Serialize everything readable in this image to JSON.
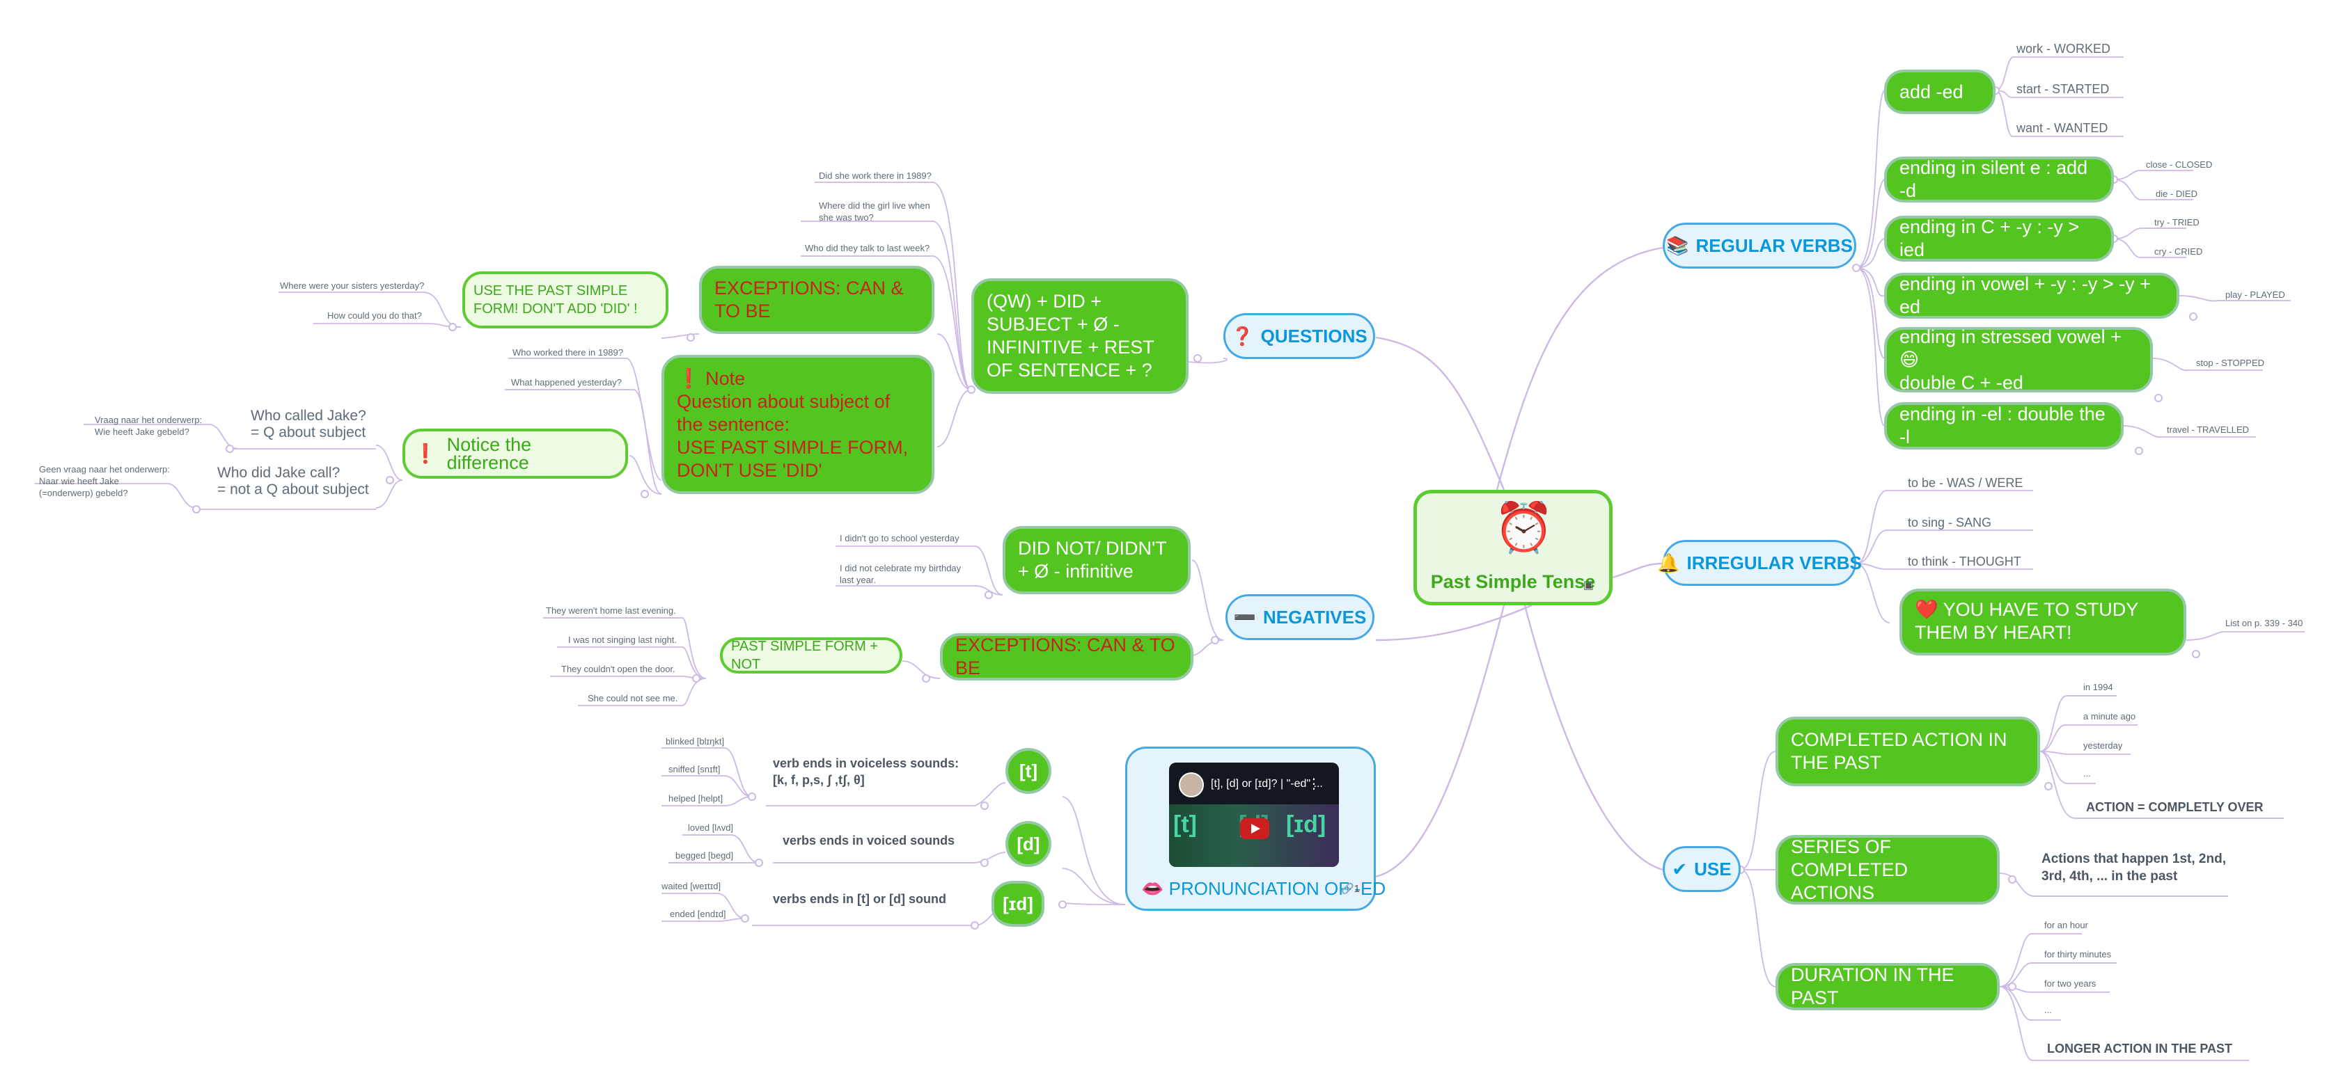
{
  "central": {
    "title": "Past Simple Tense",
    "icon": "alarm-clock-icon",
    "attachment_icon": "image-icon"
  },
  "branches": {
    "regular": {
      "label": "REGULAR VERBS",
      "icon": "books-icon",
      "add_ed": "add -ed",
      "examples": [
        "work - WORKED",
        "start - STARTED",
        "want - WANTED"
      ],
      "silent_e": "ending in silent e : add -d",
      "silent_e_examples": [
        "close - CLOSED",
        "die - DIED"
      ],
      "c_y": "ending in C + -y : -y > ied",
      "c_y_examples": [
        "try - TRIED",
        "cry - CRIED"
      ],
      "vowel_y": "ending in vowel + -y : -y > -y + ed",
      "vowel_y_example": "play - PLAYED",
      "stressed_line1": "ending in stressed vowel + 😄",
      "stressed_line2": "double C + -ed",
      "stressed_example": "stop - STOPPED",
      "el": "ending in -el : double the -l",
      "el_example": "travel - TRAVELLED"
    },
    "irregular": {
      "label": "IRREGULAR VERBS",
      "icon": "bell-icon",
      "items": [
        "to be - WAS / WERE",
        "to sing - SANG",
        "to think - THOUGHT"
      ],
      "study": "YOU HAVE TO STUDY THEM BY HEART!",
      "study_icon": "heart-icon",
      "list": "List on p. 339 - 340"
    },
    "use": {
      "label": "USE",
      "icon": "check-mark-icon",
      "completed": "COMPLETED ACTION IN THE PAST",
      "completed_examples": [
        "in 1994",
        "a minute ago",
        "yesterday",
        "..."
      ],
      "completed_note": "ACTION = COMPLETLY OVER",
      "series": "SERIES OF COMPLETED ACTIONS",
      "series_note": "Actions that happen 1st, 2nd, 3rd, 4th, ... in the past",
      "duration": "DURATION IN THE PAST",
      "duration_examples": [
        "for an hour",
        "for thirty minutes",
        "for two years",
        "..."
      ],
      "duration_note": "LONGER ACTION IN THE PAST"
    },
    "questions": {
      "label": "QUESTIONS",
      "icon": "question-icon",
      "formula": "(QW) + DID + SUBJECT +  Ø - INFINITIVE + REST OF SENTENCE + ?",
      "examples": [
        "Did she work there in 1989?",
        "Where did the girl live when she was two?",
        "Who did they talk to last week?"
      ],
      "exceptions": "EXCEPTIONS:  CAN & TO BE",
      "exceptions_rule": "USE THE PAST SIMPLE FORM! DON'T ADD 'DID' !",
      "exceptions_examples": [
        "Where were your sisters yesterday?",
        "How could you do that?"
      ],
      "note": "Note\n Question about subject of the sentence:\nUSE PAST SIMPLE FORM, DON'T USE 'DID'",
      "note_icon": "exclamation-icon",
      "note_examples": [
        "Who worked there in 1989?",
        "What happened yesterday?"
      ],
      "difference": "Notice the difference",
      "difference_icon": "exclamation-icon",
      "diff_1": "Who called Jake?\n= Q about subject",
      "diff_1_note": "Vraag naar het onderwerp:\nWie heeft Jake gebeld?",
      "diff_2": "Who did Jake call?\n= not a Q about subject",
      "diff_2_note": "Geen vraag naar het onderwerp:\nNaar wie heeft Jake\n(=onderwerp) gebeld?"
    },
    "negatives": {
      "label": "NEGATIVES",
      "icon": "minus-icon",
      "formula": "DID NOT/ DIDN'T + Ø - infinitive",
      "examples": [
        "I didn't go to school yesterday",
        "I did not celebrate my birthday last year."
      ],
      "exceptions": "EXCEPTIONS: CAN & TO BE",
      "exceptions_rule": "PAST SIMPLE FORM + NOT",
      "exceptions_examples": [
        "They weren't  home last evening.",
        "I was not singing last night.",
        "They couldn't open the door.",
        "She could not see me."
      ]
    },
    "pronunciation": {
      "label": "PRONUNCIATION OF -ED",
      "icon": "lips-icon",
      "video_title": "[t], [d] or [ɪd]? | \"-ed\" ...",
      "video_labels": [
        "[t]",
        "[d]",
        "[ɪd]"
      ],
      "link_count": "1",
      "t": "[t]",
      "t_rule": "verb ends in voiceless sounds:\n[k, f, p,s,  ʃ ,tʃ, θ]",
      "t_examples": [
        "blinked [blɪŋkt]",
        "sniffed [snɪft]",
        "helped [helpt]"
      ],
      "d": "[d]",
      "d_rule": "verbs ends in voiced sounds",
      "d_examples": [
        "loved [lʌvd]",
        "begged [begd]"
      ],
      "id": "[ɪd]",
      "id_rule": "verbs ends in [t] or [d] sound",
      "id_examples": [
        "waited [weɪtɪd]",
        "ended [endɪd]"
      ]
    }
  }
}
